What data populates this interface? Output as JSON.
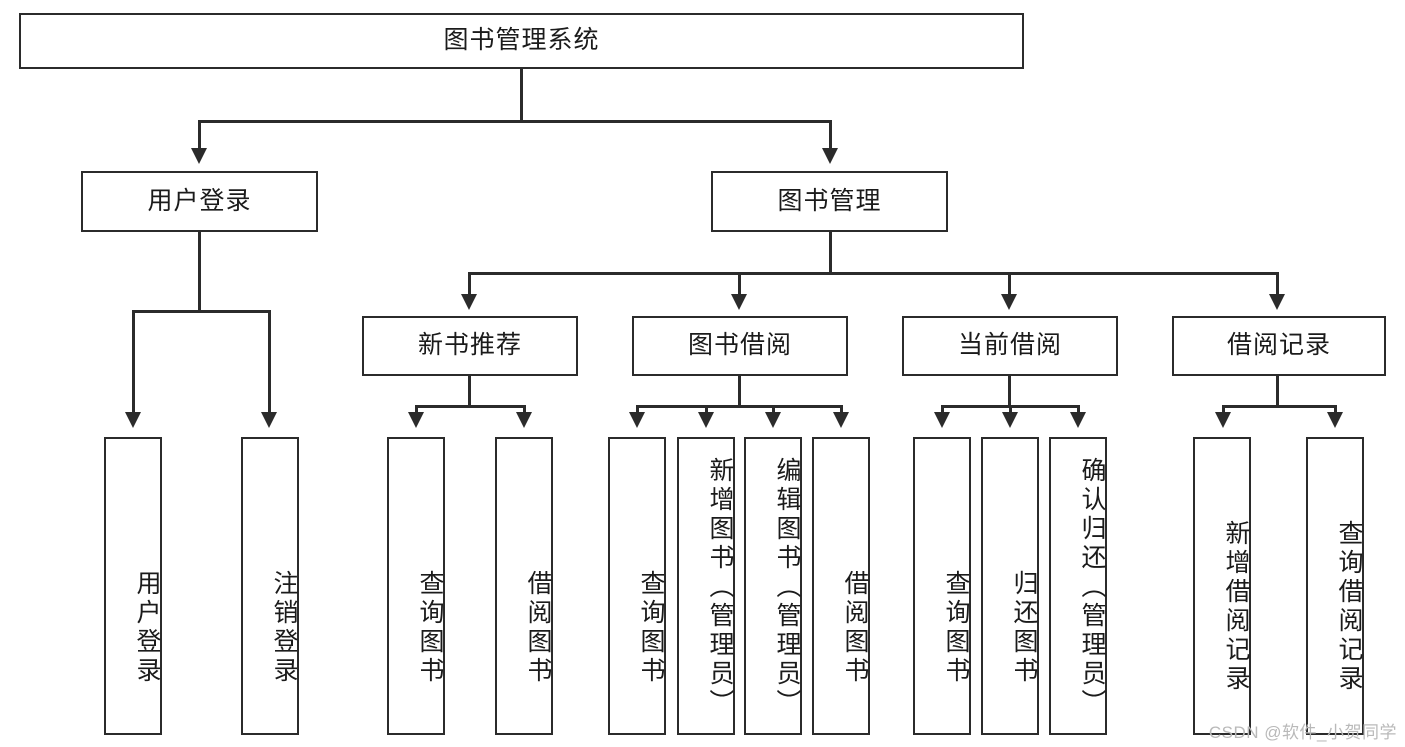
{
  "diagram": {
    "type": "tree-hierarchy",
    "title": "图书管理系统",
    "watermark": "CSDN @软件_小贺同学",
    "colors": {
      "stroke": "#2b2b2b",
      "fill": "#ffffff",
      "text": "#1b1b1b",
      "watermark": "#b9b9b9"
    },
    "levels": {
      "root": {
        "label": "图书管理系统"
      },
      "level2": [
        {
          "id": "user-login",
          "label": "用户登录"
        },
        {
          "id": "book-manage",
          "label": "图书管理"
        }
      ],
      "level3": [
        {
          "id": "new-book-rec",
          "label": "新书推荐"
        },
        {
          "id": "book-borrow",
          "label": "图书借阅"
        },
        {
          "id": "current-borrow",
          "label": "当前借阅"
        },
        {
          "id": "borrow-record",
          "label": "借阅记录"
        }
      ],
      "leaves": {
        "user-login": [
          {
            "id": "leaf-user-login",
            "label": "用户登录"
          },
          {
            "id": "leaf-logout-login",
            "label": "注销登录"
          }
        ],
        "new-book-rec": [
          {
            "id": "leaf-query-book-1",
            "label": "查询图书"
          },
          {
            "id": "leaf-borrow-book-1",
            "label": "借阅图书"
          }
        ],
        "book-borrow": [
          {
            "id": "leaf-query-book-2",
            "label": "查询图书"
          },
          {
            "id": "leaf-add-book",
            "label": "新增图书（管理员）"
          },
          {
            "id": "leaf-edit-book",
            "label": "编辑图书（管理员）"
          },
          {
            "id": "leaf-borrow-book-2",
            "label": "借阅图书"
          }
        ],
        "current-borrow": [
          {
            "id": "leaf-query-book-3",
            "label": "查询图书"
          },
          {
            "id": "leaf-return-book",
            "label": "归还图书"
          },
          {
            "id": "leaf-confirm-return",
            "label": "确认归还（管理员）"
          }
        ],
        "borrow-record": [
          {
            "id": "leaf-add-record",
            "label": "新增借阅记录"
          },
          {
            "id": "leaf-query-record",
            "label": "查询借阅记录"
          }
        ]
      }
    }
  }
}
